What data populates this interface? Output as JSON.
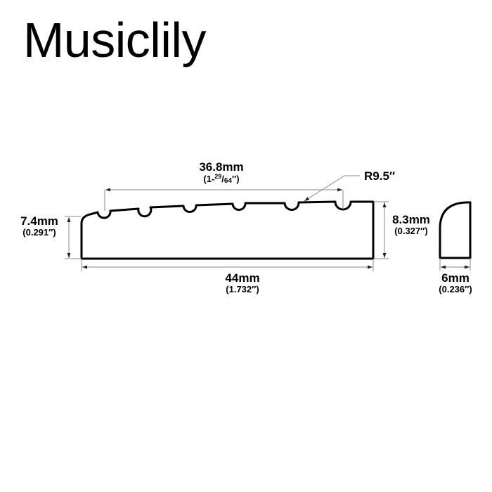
{
  "brand": {
    "title": "Musiclily"
  },
  "diagram": {
    "subject": "guitar-nut",
    "views": [
      "front-view",
      "side-profile"
    ],
    "dimensions": {
      "string_spread": {
        "mm": "36.8mm",
        "inch_whole": "(1-",
        "inch_num": "29",
        "inch_den": "64",
        "inch_close": "″)"
      },
      "radius": {
        "label": "R9.5″"
      },
      "left_height": {
        "mm": "7.4mm",
        "inch": "(0.291″)"
      },
      "right_height": {
        "mm": "8.3mm",
        "inch": "(0.327″)"
      },
      "length": {
        "mm": "44mm",
        "inch": "(1.732″)"
      },
      "thickness": {
        "mm": "6mm",
        "inch": "(0.236″)"
      }
    },
    "string_slots": 6,
    "colors": {
      "outline": "#000000",
      "dimension_line": "#8a8a8a",
      "background": "#ffffff"
    }
  }
}
